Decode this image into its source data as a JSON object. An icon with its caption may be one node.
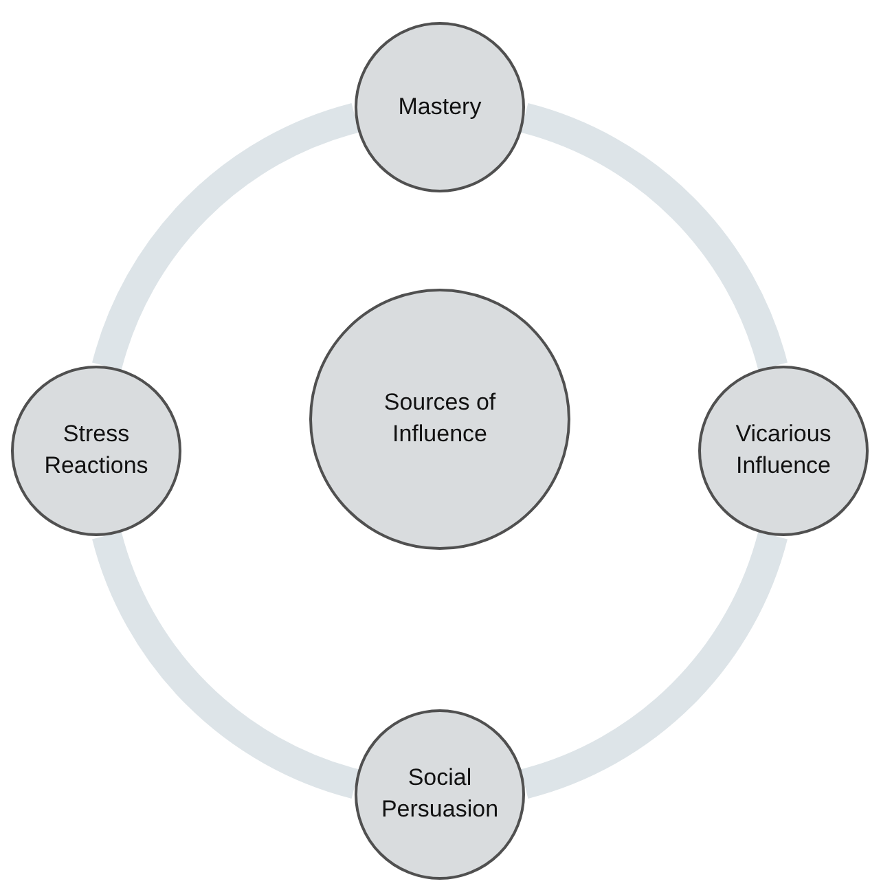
{
  "diagram": {
    "nodes": [
      {
        "text": [
          "Mastery"
        ]
      },
      {
        "text": [
          "Stress Reactions"
        ]
      },
      {
        "text": [
          "Sources of Influence"
        ]
      },
      {
        "text": [
          "Vicarious Influence"
        ]
      },
      {
        "text": [
          "Social Persuasion"
        ]
      }
    ],
    "edges": [
      {
        "from": 0,
        "to": 3,
        "arrow": "none"
      },
      {
        "from": 3,
        "to": 4,
        "arrow": "none"
      },
      {
        "from": 4,
        "to": 1,
        "arrow": "none"
      },
      {
        "from": 1,
        "to": 0,
        "arrow": "none"
      }
    ]
  }
}
